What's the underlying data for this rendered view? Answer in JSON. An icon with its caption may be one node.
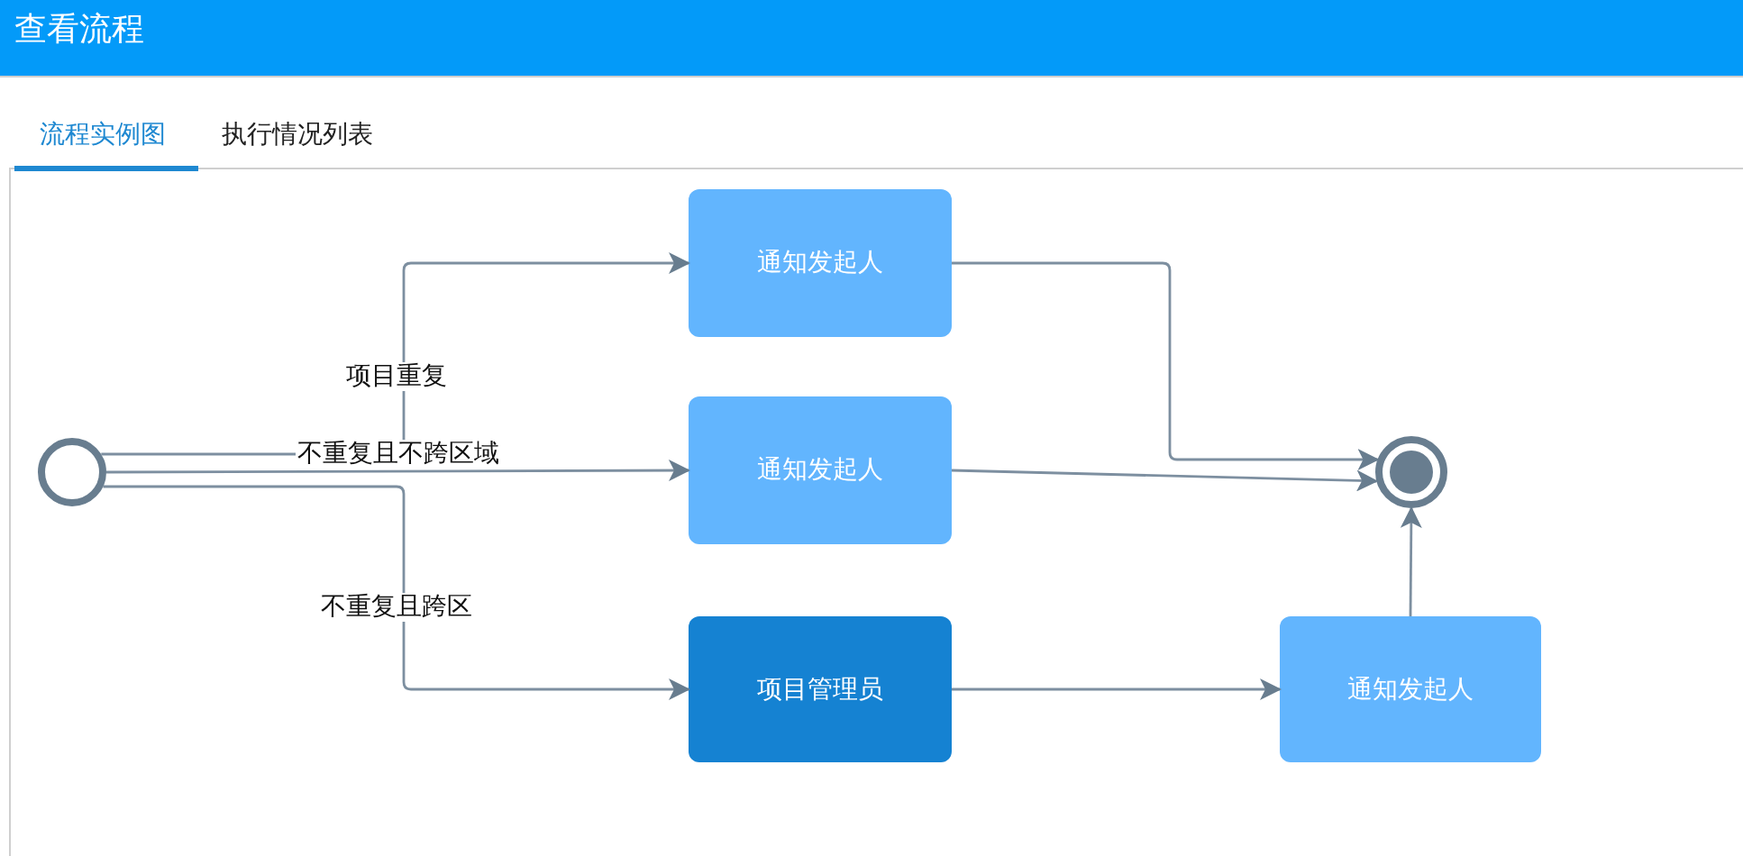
{
  "diagram": {
    "title": "查看流程",
    "nodes": [
      {
        "text": [],
        "shape": "circle"
      },
      {
        "text": [
          "通知发起人"
        ]
      },
      {
        "text": [
          "通知发起人"
        ]
      },
      {
        "text": [
          "项目管理员"
        ]
      },
      {
        "text": [
          "通知发起人"
        ]
      },
      {
        "text": [],
        "shape": "circle"
      }
    ],
    "edges": [
      {
        "from": 0,
        "to": 1,
        "arrow": "to",
        "label": "项目重复"
      },
      {
        "from": 0,
        "to": 2,
        "arrow": "to",
        "label": "不重复且不跨区域"
      },
      {
        "from": 0,
        "to": 3,
        "arrow": "to",
        "label": "不重复且跨区"
      },
      {
        "from": 1,
        "to": 5,
        "arrow": "to"
      },
      {
        "from": 2,
        "to": 5,
        "arrow": "to"
      },
      {
        "from": 3,
        "to": 4,
        "arrow": "to"
      },
      {
        "from": 4,
        "to": 5,
        "arrow": "to"
      }
    ],
    "labels": [
      "流程实例图",
      "执行情况列表"
    ]
  }
}
